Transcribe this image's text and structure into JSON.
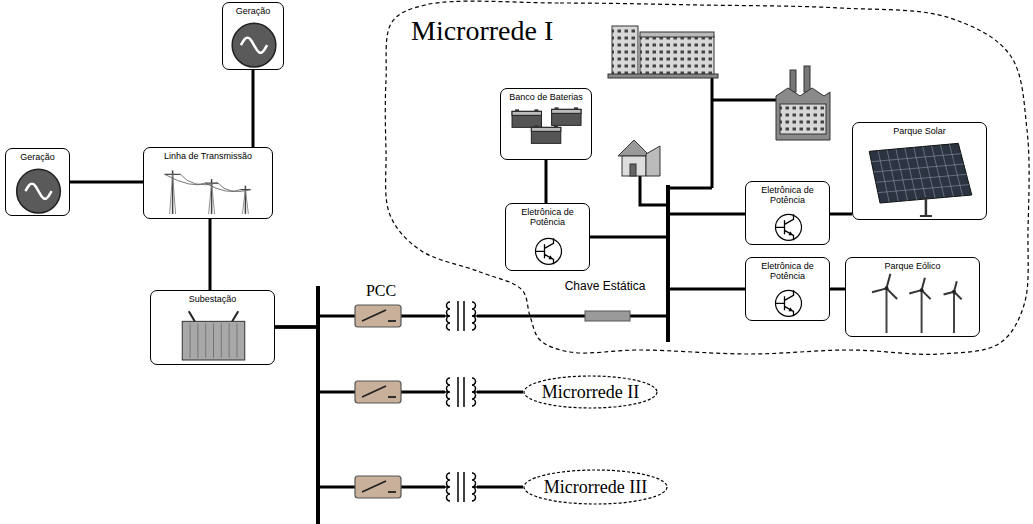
{
  "diagram": {
    "nodes": [
      {
        "text": [
          "Geração"
        ]
      },
      {
        "text": [
          "Geração"
        ]
      },
      {
        "text": [
          "Linha de Transmissão"
        ]
      },
      {
        "text": [
          "Subestação"
        ]
      },
      {
        "text": [
          "Microrrede I"
        ]
      },
      {
        "text": [
          "Banco de Baterias"
        ],
        "in": 4
      },
      {
        "text": [
          "Eletrônica de Potência"
        ],
        "in": 4
      },
      {
        "text": [
          "Eletrônica de Potência"
        ],
        "in": 4
      },
      {
        "text": [
          "Eletrônica de Potência"
        ],
        "in": 4
      },
      {
        "text": [
          "Parque Solar"
        ],
        "in": 4
      },
      {
        "text": [
          "Parque Eólico"
        ],
        "in": 4
      },
      {
        "text": [
          "Microrrede II"
        ]
      },
      {
        "text": [
          "Microrrede III"
        ]
      }
    ],
    "edges": [
      {
        "from": 0,
        "to": 2,
        "arrow": "none"
      },
      {
        "from": 1,
        "to": 2,
        "arrow": "none"
      },
      {
        "from": 2,
        "to": 3,
        "arrow": "none"
      },
      {
        "from": 3,
        "to": 4,
        "arrow": "none"
      },
      {
        "from": 3,
        "to": 11,
        "arrow": "none"
      },
      {
        "from": 3,
        "to": 12,
        "arrow": "none"
      },
      {
        "from": 5,
        "to": 6,
        "arrow": "none"
      },
      {
        "from": 7,
        "to": 9,
        "arrow": "none"
      },
      {
        "from": 8,
        "to": 10,
        "arrow": "none"
      }
    ],
    "labels": [
      "PCC",
      "Chave Estática"
    ]
  }
}
